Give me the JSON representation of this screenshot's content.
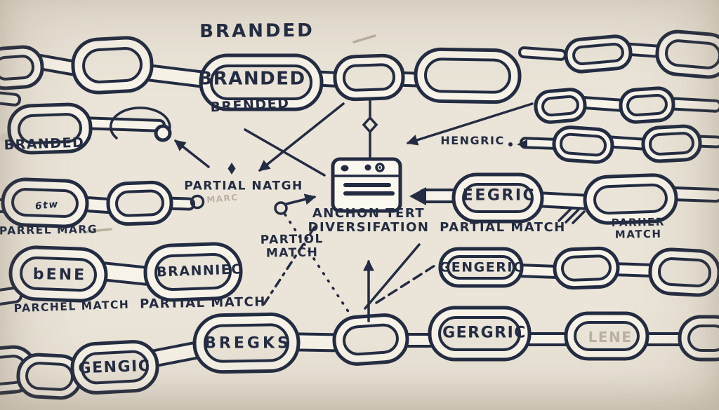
{
  "canvas": {
    "background": "#ebe5d9",
    "ink": "#232c42",
    "link_fill": "#f7f3e8",
    "faint": "#b9b1a0"
  },
  "icons": {
    "center": "browser-window-icon",
    "motif": "chain-link-icon"
  },
  "labels": {
    "heading": "BRANDED",
    "branded_link": "BRANDED",
    "brended_echo": "BRENDED",
    "branded_left": "BRANDED",
    "partial_match_upper": "PARTIAL NATGH",
    "marc_faint": "MARC",
    "parrel_marg": "PARREL MARG",
    "scribble_btw": "6tw",
    "hengric": "HENGRIC",
    "eegric_link": "EEGRIC",
    "partial_match_right": "PARTIAL MATCH",
    "parher_match": "PARHER MATCH",
    "partiol_match": "PARTIOL\nMATCH",
    "anchor_text": "ANCHON TERT\nDIVERSIFATION",
    "gengeric_link": "GENGERIC",
    "bene_link": "bENE",
    "parchel_match": "PARCHEL MATCH",
    "branniec_link": "BRANNIEC",
    "partial_match_bottom": "PARTIAL MATCH",
    "gengic_link": "GENGIC",
    "bregks_link": "BREGKS",
    "gergric_link": "GERGRIC",
    "lene_link": "LENE"
  }
}
